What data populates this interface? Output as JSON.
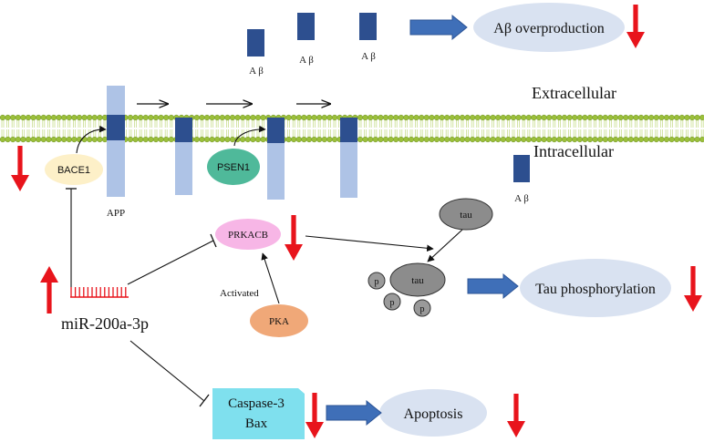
{
  "labels": {
    "extracellular": "Extracellular",
    "intracellular": "Intracellular",
    "abeta": "A β",
    "app": "APP",
    "bace1": "BACE1",
    "psen1": "PSEN1",
    "prkacb": "PRKACB",
    "pka": "PKA",
    "activated": "Activated",
    "tau": "tau",
    "p": "p",
    "mirna": "miR-200a-3p",
    "caspase3": "Caspase-3",
    "bax": "Bax",
    "abeta_overproduction": "Aβ overproduction",
    "tau_phosphorylation": "Tau phosphorylation",
    "apoptosis": "Apoptosis"
  },
  "colors": {
    "membrane_head": "#9bbf3a",
    "membrane_tail": "#c9de8f",
    "protein_dark": "#2d4f8f",
    "protein_light": "#aec3e6",
    "bace1": "#fdf0c8",
    "psen1": "#4fb99a",
    "prkacb": "#f7b6e6",
    "pka": "#f0a878",
    "tau": "#8c8c8c",
    "outcome": "#d9e2f1",
    "caspase_box": "#7fe0ee",
    "red_arrow": "#e8141c",
    "blue_arrow": "#3f6fb8"
  }
}
